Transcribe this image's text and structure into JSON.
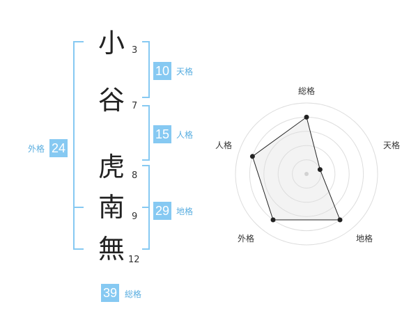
{
  "name": {
    "chars": [
      {
        "char": "小",
        "strokes": "3"
      },
      {
        "char": "谷",
        "strokes": "7"
      },
      {
        "char": "虎",
        "strokes": "8"
      },
      {
        "char": "南",
        "strokes": "9"
      },
      {
        "char": "無",
        "strokes": "12"
      }
    ]
  },
  "fortunes": {
    "tenkaku": {
      "value": "10",
      "label": "天格"
    },
    "jinkaku": {
      "value": "15",
      "label": "人格"
    },
    "chikaku": {
      "value": "29",
      "label": "地格"
    },
    "gaikaku": {
      "value": "24",
      "label": "外格"
    },
    "soukaku": {
      "value": "39",
      "label": "総格"
    }
  },
  "chart_data": {
    "type": "radar",
    "axes": [
      "総格",
      "天格",
      "地格",
      "外格",
      "人格"
    ],
    "values": [
      4,
      1,
      4,
      4,
      4
    ],
    "max": 5,
    "rings": 5
  },
  "colors": {
    "accent": "#86c9f2",
    "bracket": "#86c9f2"
  }
}
